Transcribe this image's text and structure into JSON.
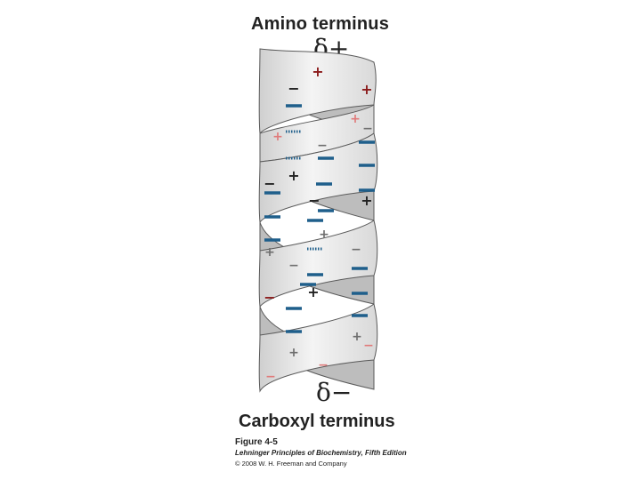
{
  "labels": {
    "amino_terminus": "Amino terminus",
    "delta_plus": "δ+",
    "delta_minus": "δ−",
    "carboxyl_terminus": "Carboxyl terminus",
    "figure": "Figure 4-5",
    "book": "Lehninger Principles of Biochemistry, Fifth Edition",
    "copyright": "© 2008 W. H. Freeman and Company"
  },
  "colors": {
    "ribbon_front": "#ededed",
    "ribbon_back": "#bcbcbc",
    "outline": "#5a5a5a",
    "dipole_blue": "#1f5f8b",
    "plus_dark": "#8b1a1a",
    "plus_light": "#e07a7a",
    "gray_sign": "#6e6e6e"
  }
}
